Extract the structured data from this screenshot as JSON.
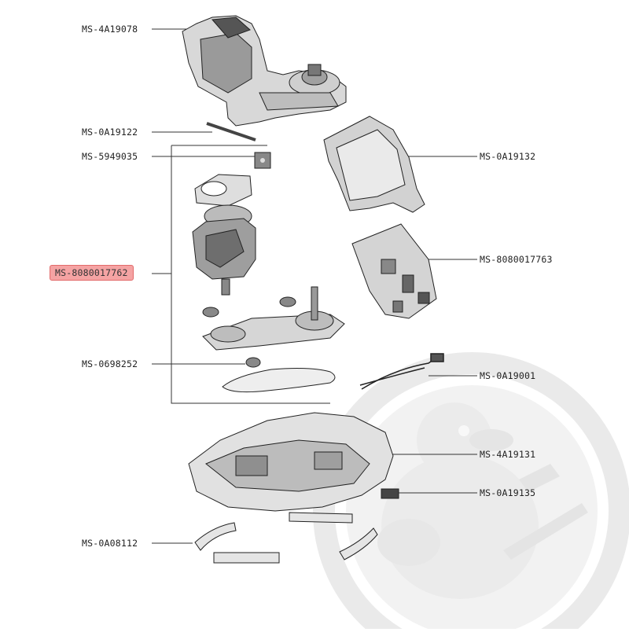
{
  "diagram": {
    "parts": [
      {
        "ref": "MS-4A19078"
      },
      {
        "ref": "MS-0A19122"
      },
      {
        "ref": "MS-5949035"
      },
      {
        "ref": "MS-8080017762",
        "highlighted": true
      },
      {
        "ref": "MS-0698252"
      },
      {
        "ref": "MS-0A08112"
      },
      {
        "ref": "MS-0A19132"
      },
      {
        "ref": "MS-8080017763"
      },
      {
        "ref": "MS-0A19001"
      },
      {
        "ref": "MS-4A19131"
      },
      {
        "ref": "MS-0A19135"
      }
    ],
    "highlight_color": "#f5a3a3"
  }
}
